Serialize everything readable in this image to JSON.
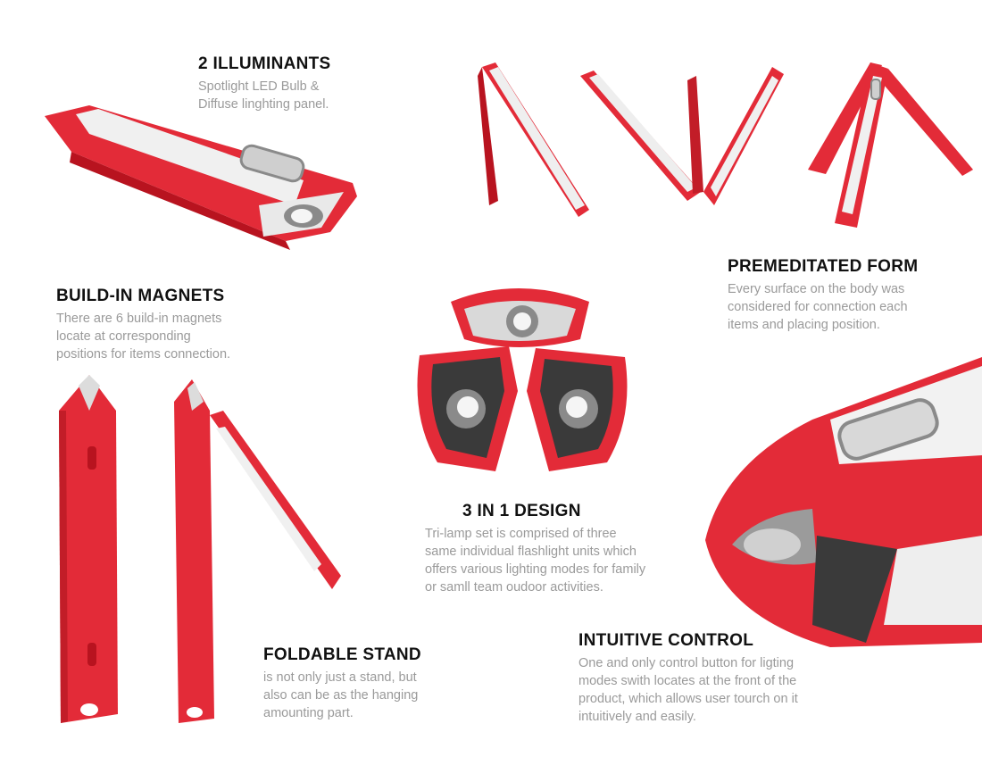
{
  "colors": {
    "body_red": "#e32b38",
    "dark_red": "#b8131f",
    "panel": "#f0f0f0",
    "metal": "#8a8a8a",
    "lens_dark": "#3a3a3a"
  },
  "features": {
    "illuminants": {
      "title": "2 ILLUMINANTS",
      "lines": [
        "Spotlight LED Bulb &",
        "Diffuse linghting panel."
      ]
    },
    "magnets": {
      "title": "BUILD-IN MAGNETS",
      "lines": [
        "There are 6 build-in magnets",
        "locate at corresponding",
        "positions for items connection."
      ]
    },
    "form": {
      "title": "PREMEDITATED FORM",
      "lines": [
        "Every surface on the body was",
        "considered for connection each",
        "items and placing position."
      ]
    },
    "design": {
      "title": "3 IN 1 DESIGN",
      "lines": [
        "Tri-lamp set is comprised of three",
        "same individual flashlight units which",
        "offers various lighting modes for family",
        "or samll team oudoor activities."
      ]
    },
    "stand": {
      "title": "FOLDABLE STAND",
      "lines": [
        "is not only just a stand, but",
        "also can be as the hanging",
        "amounting part."
      ]
    },
    "control": {
      "title": "INTUITIVE CONTROL",
      "lines": [
        "One and only control button for ligting",
        "modes swith locates at the front of the",
        "product, which allows user tourch on it",
        "intuitively and easily."
      ]
    }
  }
}
